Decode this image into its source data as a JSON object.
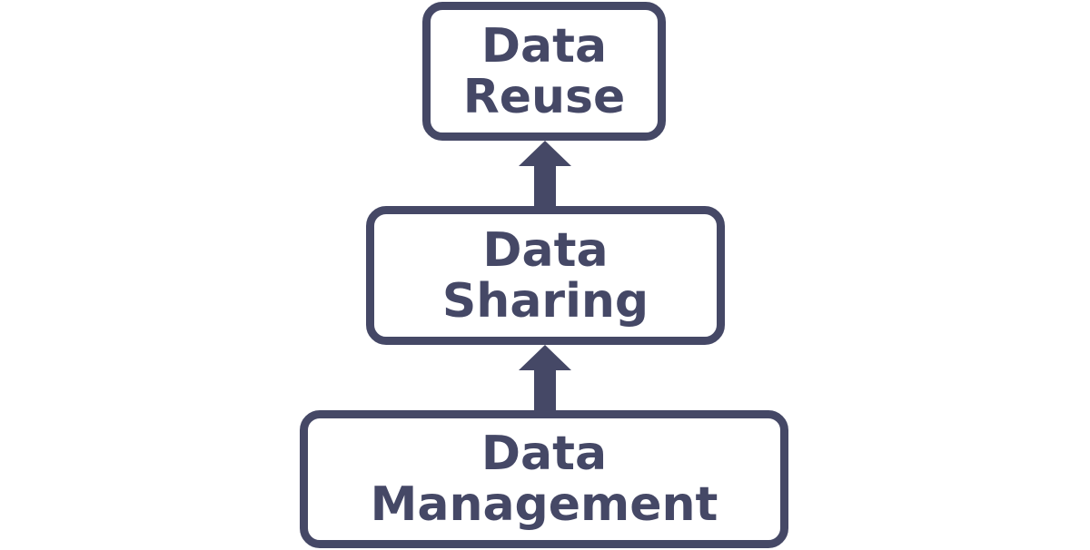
{
  "colors": {
    "stroke": "#454866",
    "text": "#454866",
    "background": "#ffffff"
  },
  "diagram": {
    "nodes": [
      {
        "line1": "Data",
        "line2": "Reuse"
      },
      {
        "line1": "Data",
        "line2": "Sharing"
      },
      {
        "line1": "Data",
        "line2": "Management"
      }
    ],
    "edges": [
      {
        "from": "Data Management",
        "to": "Data Sharing",
        "direction": "up"
      },
      {
        "from": "Data Sharing",
        "to": "Data Reuse",
        "direction": "up"
      }
    ]
  }
}
